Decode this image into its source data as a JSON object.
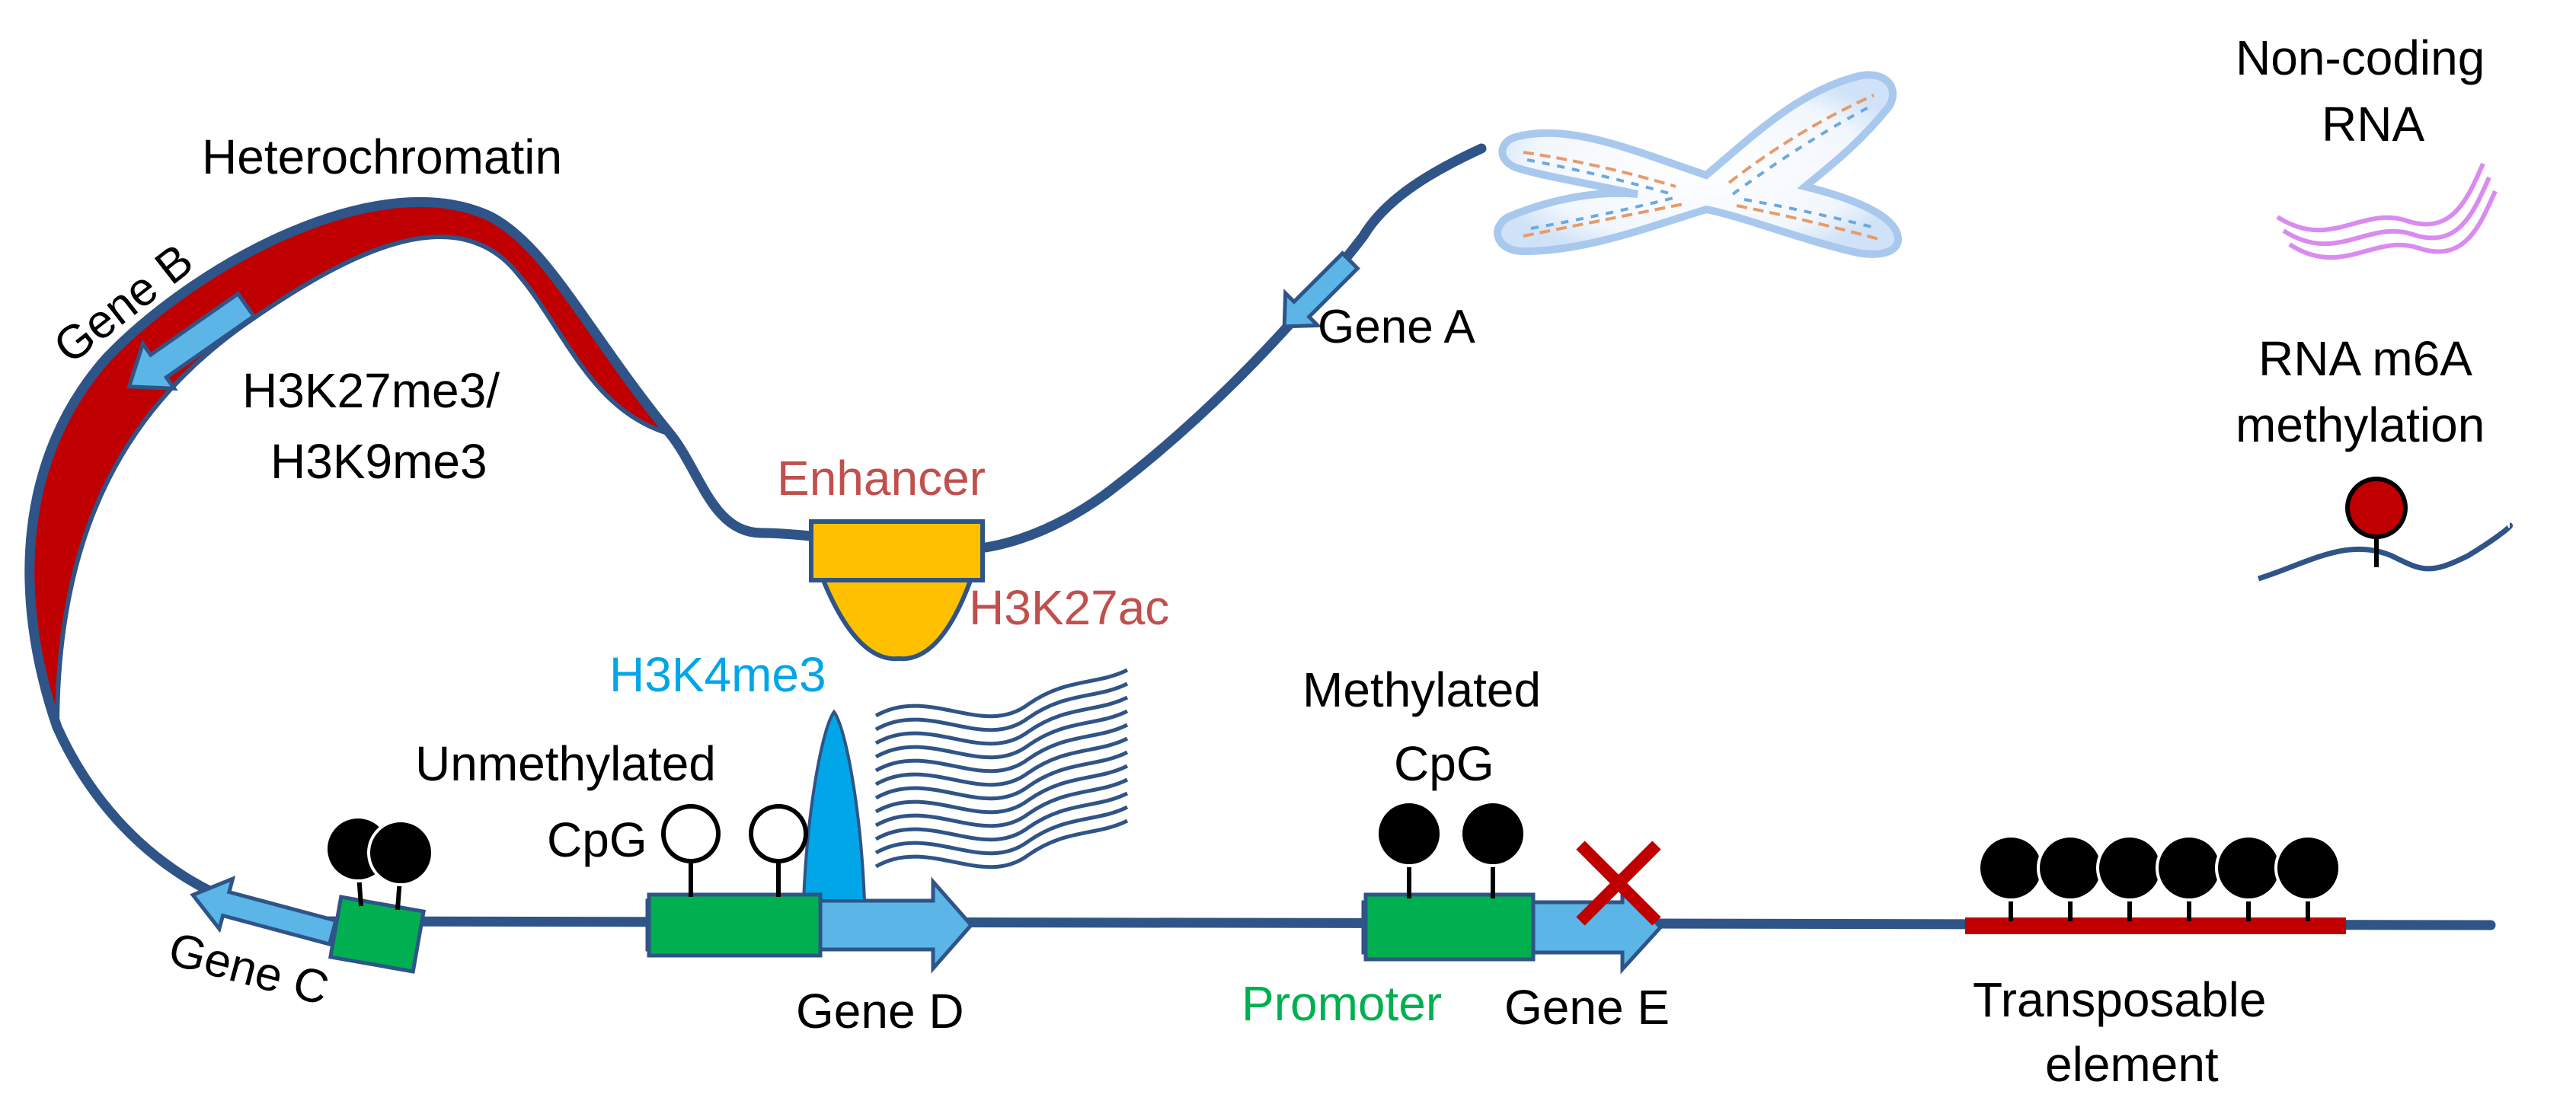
{
  "labels": {
    "heterochromatin": "Heterochromatin",
    "gene_b": "Gene B",
    "gene_a": "Gene A",
    "histone_repressive_1": "H3K27me3/",
    "histone_repressive_2": "H3K9me3",
    "enhancer": "Enhancer",
    "h3k27ac": "H3K27ac",
    "h3k4me3": "H3K4me3",
    "unmethylated_1": "Unmethylated",
    "unmethylated_2": "CpG",
    "methylated_1": "Methylated",
    "methylated_2": "CpG",
    "gene_c": "Gene C",
    "gene_d": "Gene D",
    "promoter": "Promoter",
    "gene_e": "Gene E",
    "transposable_1": "Transposable",
    "transposable_2": "element",
    "ncrna_1": "Non-coding",
    "ncrna_2": "RNA",
    "m6a_1": "RNA m6A",
    "m6a_2": "methylation"
  },
  "colors": {
    "dna_strand": "#2F5487",
    "heterochromatin_fill": "#C00000",
    "gene_arrow": "#5BB5E6",
    "promoter": "#00B050",
    "enhancer": "#FFC000",
    "histone_active_text": "#C0504D",
    "h3k4me3": "#00A6E8",
    "methylated_cpg": "#000000",
    "unmethylated_cpg": "#FFFFFF",
    "silenced_mark": "#C00000",
    "transposable_element": "#C00000",
    "ncrna": "#D98BF0",
    "m6a_mark": "#C00000",
    "label_text": "#000000"
  },
  "icons": {
    "chromosome": "chromosome-icon",
    "transcripts": "transcript-waves-icon",
    "silenced": "red-x-icon",
    "ncrna": "noncoding-rna-icon",
    "m6a": "m6a-methylation-icon"
  }
}
